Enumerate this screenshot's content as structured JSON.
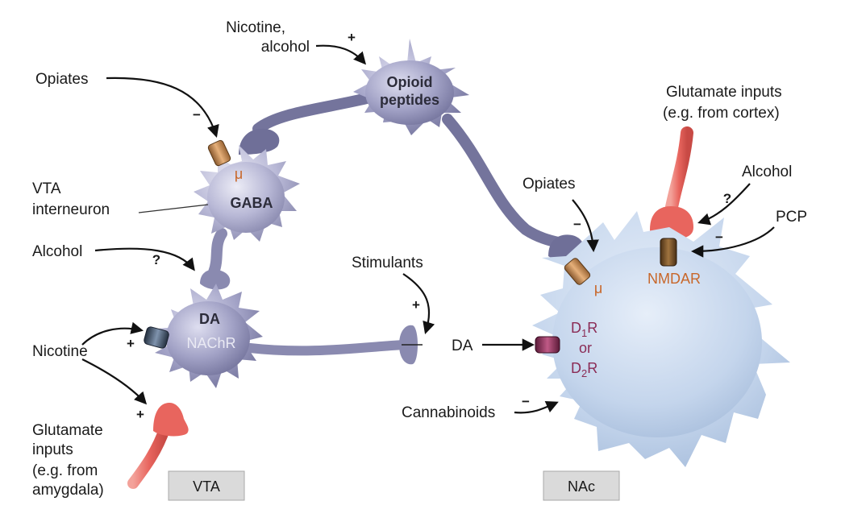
{
  "diagram": {
    "cells": {
      "opioid": {
        "line1": "Opioid",
        "line2": "peptides"
      },
      "gaba": {
        "title": "GABA",
        "receptor": "μ"
      },
      "da": {
        "title": "DA",
        "receptor": "NAChR"
      },
      "nac": {
        "mu": "μ",
        "nmdar": "NMDAR",
        "d1": "D",
        "d1sub": "1",
        "d1r": "R",
        "or": "or",
        "d2": "D",
        "d2sub": "2",
        "d2r": "R"
      }
    },
    "labels": {
      "nicotine_alcohol_1": "Nicotine,",
      "nicotine_alcohol_2": "alcohol",
      "opiates_left": "Opiates",
      "vta_interneuron_1": "VTA",
      "vta_interneuron_2": "interneuron",
      "alcohol_left": "Alcohol",
      "nicotine": "Nicotine",
      "glut_left_1": "Glutamate",
      "glut_left_2": "inputs",
      "glut_left_3": "(e.g. from",
      "glut_left_4": "amygdala)",
      "stimulants": "Stimulants",
      "da_arrow": "DA",
      "cannabinoids": "Cannabinoids",
      "opiates_right": "Opiates",
      "glut_right_1": "Glutamate inputs",
      "glut_right_2": "(e.g. from cortex)",
      "alcohol_right": "Alcohol",
      "pcp": "PCP"
    },
    "signs": {
      "nicotine_alcohol": "+",
      "opiates_left": "−",
      "alcohol_left": "?",
      "nicotine": "+",
      "glut_left": "+",
      "stimulants": "+",
      "cannabinoids": "−",
      "opiates_right": "−",
      "alcohol_right": "?",
      "pcp": "−"
    },
    "regions": {
      "vta": "VTA",
      "nac": "NAc"
    },
    "colors": {
      "purple_cell": "#8f8fb6",
      "purple_cell_light": "#c8c8de",
      "nac_cell": "#c7d7ee",
      "glutamate": "#e8655e",
      "mu_receptor": "#c98a55",
      "nmdar_receptor": "#7a5530",
      "d_receptor": "#8a2b55",
      "nachr_receptor": "#3d4f66",
      "region_box": "#dadada"
    }
  }
}
